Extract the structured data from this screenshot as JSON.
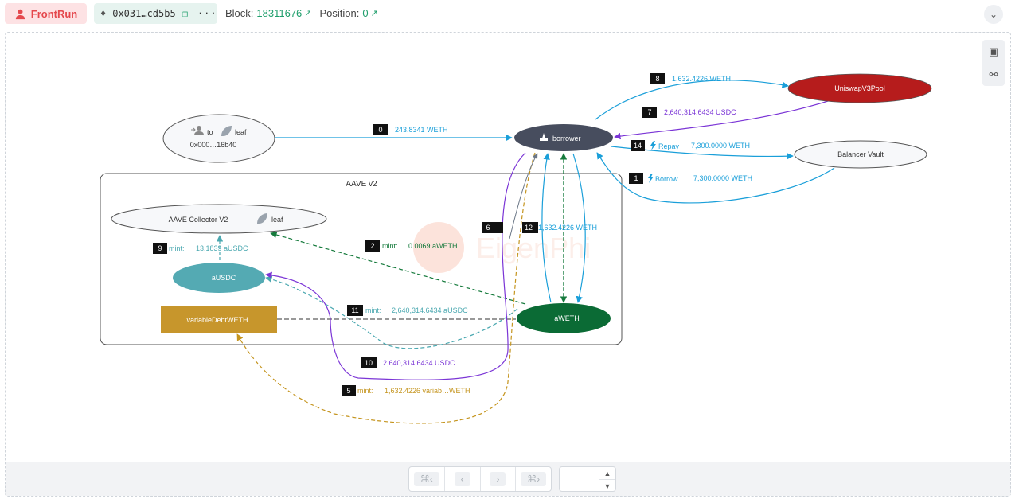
{
  "topbar": {
    "badge": "FrontRun",
    "hash": "0x031…cd5b5",
    "more": "···",
    "block_label": "Block:",
    "block_value": "18311676",
    "position_label": "Position:",
    "position_value": "0"
  },
  "watermark": "EigenPhi",
  "group": {
    "label": "AAVE v2"
  },
  "nodes": {
    "leaf_to": {
      "to": "to",
      "leaf": "leaf",
      "addr": "0x000…16b40"
    },
    "borrower": "borrower",
    "uniswap": "UniswapV3Pool",
    "balancer": "Balancer Vault",
    "collector": {
      "name": "AAVE Collector V2",
      "leaf": "leaf"
    },
    "ausdc": "aUSDC",
    "variable_debt": "variableDebtWETH",
    "aweth": "aWETH"
  },
  "edges": [
    {
      "idx": "0",
      "prefix": "",
      "text": "243.8341 WETH",
      "color": "#1a9fd9"
    },
    {
      "idx": "1",
      "prefix": "Borrow",
      "text": "7,300.0000 WETH",
      "color": "#1a9fd9"
    },
    {
      "idx": "2",
      "prefix": "mint:",
      "text": "0.0069 aWETH",
      "color": "#157a3c"
    },
    {
      "idx": "5",
      "prefix": "mint:",
      "text": "1,632.4226 variab…WETH",
      "color": "#c5951f"
    },
    {
      "idx": "6",
      "prefix": "",
      "text": "",
      "color": "#1a9fd9"
    },
    {
      "idx": "7",
      "prefix": "",
      "text": "2,640,314.6434 USDC",
      "color": "#7b35d6"
    },
    {
      "idx": "8",
      "prefix": "",
      "text": "1,632.4226 WETH",
      "color": "#1a9fd9"
    },
    {
      "idx": "9",
      "prefix": "mint:",
      "text": "13.1839 aUSDC",
      "color": "#4aa8b0"
    },
    {
      "idx": "10",
      "prefix": "",
      "text": "2,640,314.6434 USDC",
      "color": "#7b35d6"
    },
    {
      "idx": "11",
      "prefix": "mint:",
      "text": "2,640,314.6434 aUSDC",
      "color": "#4aa8b0"
    },
    {
      "idx": "12",
      "prefix": "",
      "text": "",
      "color": "#1a9fd9"
    },
    {
      "idx": "14",
      "prefix": "Repay",
      "text": "7,300.0000 WETH",
      "color": "#1a9fd9"
    }
  ],
  "edge_overlap_text": "1,632.4226 WETH",
  "colors": {
    "borrower": "#474d5e",
    "uniswap": "#b61c1c",
    "ausdc": "#54aab3",
    "variable_debt": "#c7962c",
    "aweth": "#0b6b35",
    "transfer": "#1a9fd9",
    "usdc": "#7b35d6"
  },
  "icons": [
    "user-icon",
    "ethereum-icon",
    "copy-icon",
    "external-link-icon",
    "chevrons-down-icon",
    "image-icon",
    "link-icon",
    "add-user-icon",
    "leaf-icon",
    "bolt-icon",
    "chevron-left-icon",
    "chevron-right-icon"
  ]
}
